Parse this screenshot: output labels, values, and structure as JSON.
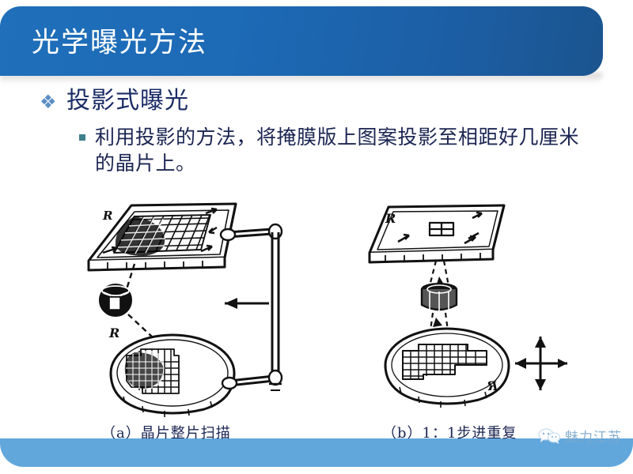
{
  "slide": {
    "title": "光学曝光方法",
    "background_color": "#ffffff",
    "header_color": "#1d6ab6",
    "footer_color": "#61a7dc"
  },
  "bullets": {
    "level1": {
      "marker": "diamond-cluster-bullet",
      "marker_glyph": "❖",
      "marker_color": "#5b8ec4",
      "text": "投影式曝光",
      "text_color": "#1b2c66"
    },
    "level2": {
      "marker": "square-bullet",
      "marker_color": "#3d7f8a",
      "text": "利用投影的方法，将掩膜版上图案投影至相距好几厘米的晶片上。",
      "text_color": "#1b2552"
    }
  },
  "figures": [
    {
      "id": "fig-a",
      "caption": "（a）晶片整片扫描",
      "labels": [
        "R",
        "R"
      ],
      "description": "掩膜版整片扫描投影系统示意图"
    },
    {
      "id": "fig-b",
      "caption": "（b）1：1步进重复",
      "labels": [
        "R",
        "R"
      ],
      "description": "1比1步进重复投影系统示意图"
    }
  ],
  "watermark": {
    "icon": "wechat-bubble-icon",
    "text": "魅力江苏",
    "color": "#7fa9cc"
  }
}
